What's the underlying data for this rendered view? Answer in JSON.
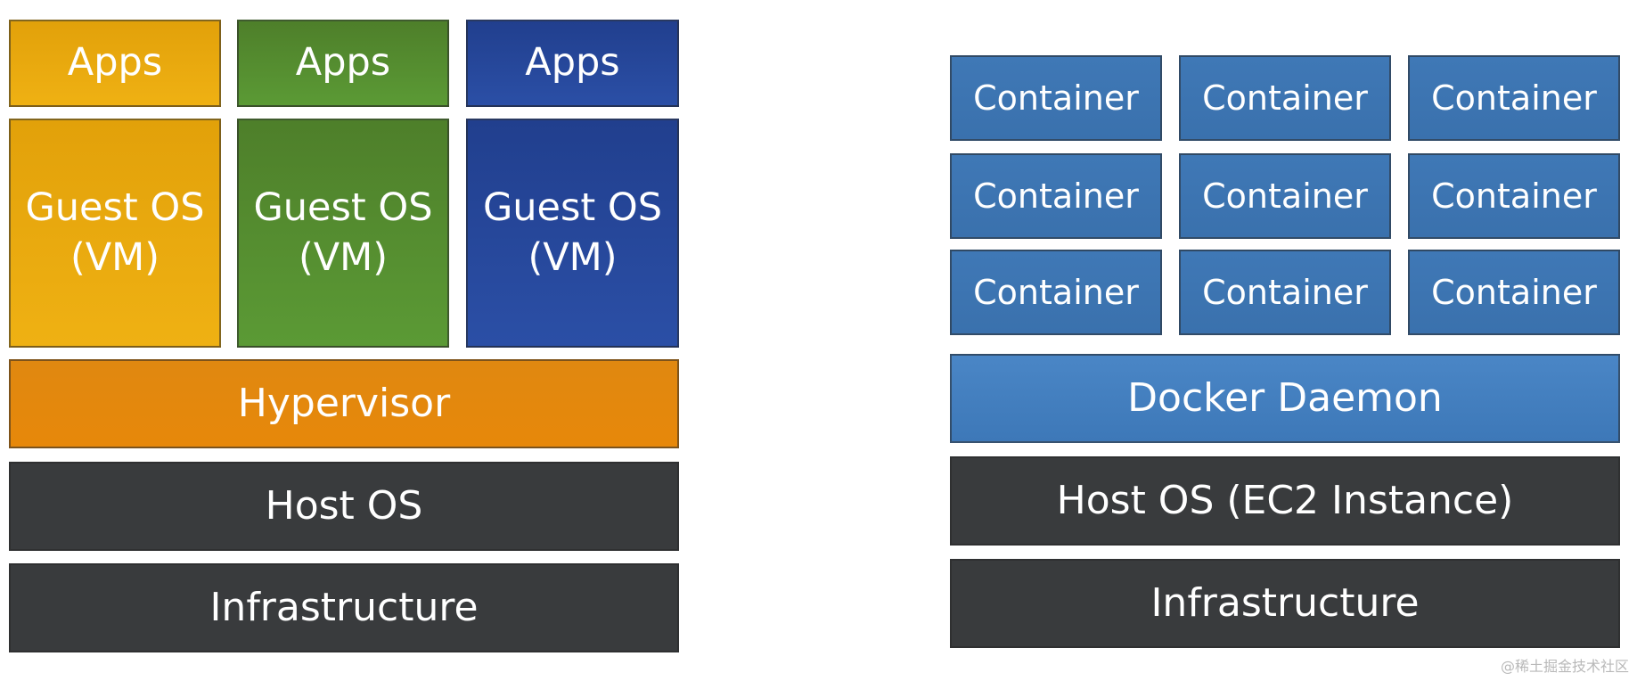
{
  "vm_stack": {
    "apps": [
      "Apps",
      "Apps",
      "Apps"
    ],
    "guest_os": [
      "Guest OS\n(VM)",
      "Guest OS\n(VM)",
      "Guest OS\n(VM)"
    ],
    "hypervisor": "Hypervisor",
    "host_os": "Host OS",
    "infrastructure": "Infrastructure"
  },
  "docker_stack": {
    "containers": [
      "Container",
      "Container",
      "Container",
      "Container",
      "Container",
      "Container",
      "Container",
      "Container",
      "Container"
    ],
    "daemon": "Docker Daemon",
    "host_os": "Host OS (EC2 Instance)",
    "infrastructure": "Infrastructure"
  },
  "watermark": "@稀土掘金技术社区",
  "colors": {
    "apps_1": "#e2a10a",
    "apps_2": "#4e7f2a",
    "apps_3": "#213f8e",
    "hypervisor": "#e08810",
    "host": "#393b3d",
    "container": "#3f78b6"
  }
}
